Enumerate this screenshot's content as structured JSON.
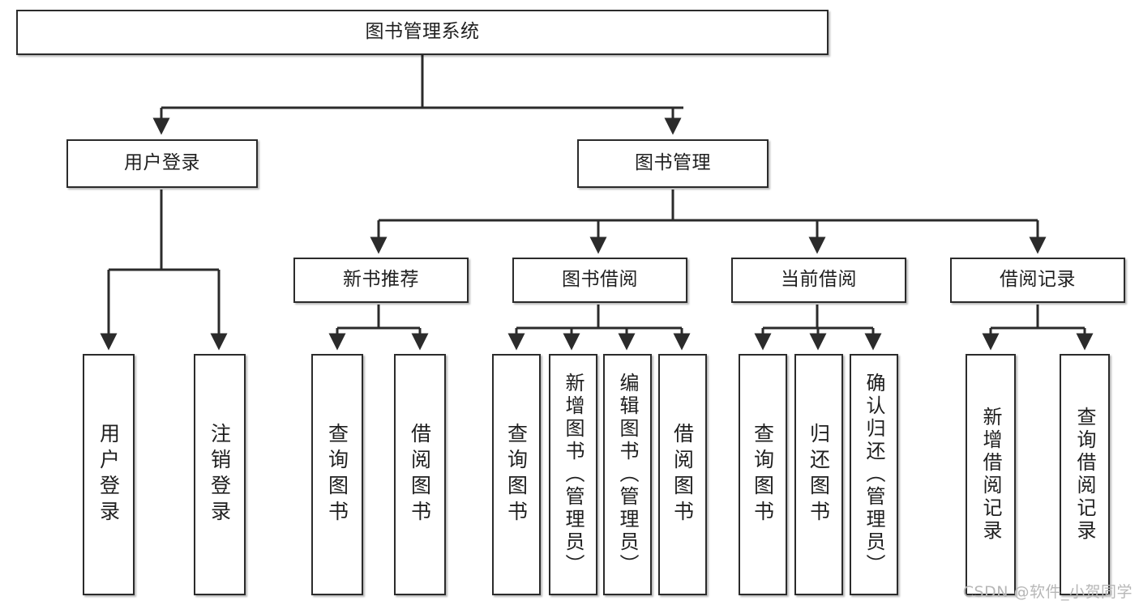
{
  "diagram": {
    "title": "图书管理系统",
    "type": "hierarchy-tree",
    "root": {
      "id": "root",
      "label": "图书管理系统"
    },
    "level2": [
      {
        "id": "user-login",
        "label": "用户登录"
      },
      {
        "id": "book-management",
        "label": "图书管理"
      }
    ],
    "level3": [
      {
        "id": "new-book-recommend",
        "label": "新书推荐"
      },
      {
        "id": "book-borrow",
        "label": "图书借阅"
      },
      {
        "id": "current-borrow",
        "label": "当前借阅"
      },
      {
        "id": "borrow-record",
        "label": "借阅记录"
      }
    ],
    "leaves": {
      "user_login": [
        {
          "id": "leaf-user-login",
          "label": "用户登录"
        },
        {
          "id": "leaf-logout",
          "label": "注销登录"
        }
      ],
      "new_book_recommend": [
        {
          "id": "leaf-query-book-1",
          "label": "查询图书"
        },
        {
          "id": "leaf-borrow-book-1",
          "label": "借阅图书"
        }
      ],
      "book_borrow": [
        {
          "id": "leaf-query-book-2",
          "label": "查询图书"
        },
        {
          "id": "leaf-add-book",
          "label": "新增图书（管理员）"
        },
        {
          "id": "leaf-edit-book",
          "label": "编辑图书（管理员）"
        },
        {
          "id": "leaf-borrow-book-2",
          "label": "借阅图书"
        }
      ],
      "current_borrow": [
        {
          "id": "leaf-query-book-3",
          "label": "查询图书"
        },
        {
          "id": "leaf-return-book",
          "label": "归还图书"
        },
        {
          "id": "leaf-confirm-return",
          "label": "确认归还（管理员）"
        }
      ],
      "borrow_record": [
        {
          "id": "leaf-add-record",
          "label": "新增借阅记录"
        },
        {
          "id": "leaf-query-record",
          "label": "查询借阅记录"
        }
      ]
    },
    "colors": {
      "border": "#2b2b2b",
      "connector": "#2b2b2b",
      "background": "#ffffff",
      "text": "#1f1f1f",
      "watermark": "#b7b7b7"
    }
  },
  "watermark": {
    "text": "CSDN @软件_小贺同学"
  }
}
